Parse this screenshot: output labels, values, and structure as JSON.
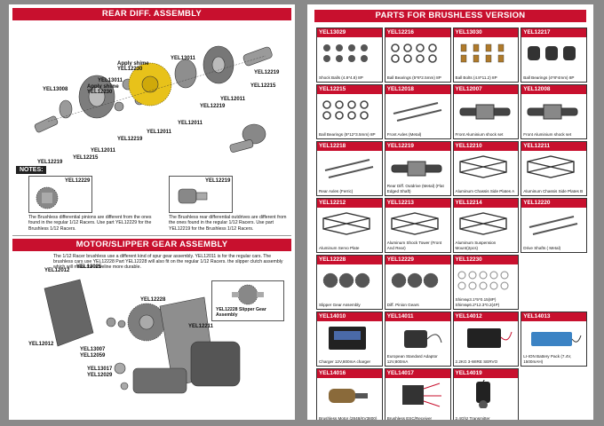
{
  "left": {
    "rear_diff_title": "REAR DIFF. ASSEMBLY",
    "rear_diff_labels": [
      "YEL13011",
      "Apply shime YEL12230",
      "YEL13008",
      "YEL13011",
      "Apply shime YEL12230",
      "YEL12219",
      "YEL12215",
      "YEL12011",
      "YEL12219",
      "YEL12011",
      "YEL12011",
      "YEL12219",
      "YEL12219",
      "YEL12215",
      "YEL12011"
    ],
    "notes_title": "NOTES:",
    "note1_part": "YEL12229",
    "note1_text": "The Brushless differential pinions are different from the ones found in the regular 1/12 Racers. Use part YEL12229 for the Brushless 1/12 Racers.",
    "note2_part": "YEL12219",
    "note2_text": "The Brushless rear differential outdrives are different from the ones found in the regular 1/12 Racers. Use part YEL12219 for the Brushless 1/12 Racers.",
    "motor_title": "MOTOR/SLIPPER GEAR ASSEMBLY",
    "motor_para": "The 1/12 Racer brushless use a different kind of spur gear assembly. YEL12011 is for the regular cars. The brushless cars use YEL12228 Part YEL12228 will also fit on the regular 1/12 Racers. the slipper clutch assembly which will make the driveline more durable.",
    "motor_labels": [
      "YEL12012",
      "YEL13025",
      "YEL12228",
      "YEL12012",
      "YEL12211",
      "YEL13007",
      "YEL12059",
      "YEL13017",
      "YEL12029"
    ],
    "inset_label": "YEL12228 Slipper Gear Assembly"
  },
  "right": {
    "title": "PARTS FOR BRUSHLESS VERSION",
    "parts": [
      {
        "code": "YEL13029",
        "caption": "Shock Balls (4.8*4.8) 8P"
      },
      {
        "code": "YEL12216",
        "caption": "Ball Bearings (5*8*2.5mm) 8P"
      },
      {
        "code": "YEL13030",
        "caption": "Ball Bolts (4.8*11.2) 8P"
      },
      {
        "code": "YEL12217",
        "caption": "Ball Bearings (4*8*4mm) 8P"
      },
      {
        "code": "YEL12215",
        "caption": "Ball Bearings (8*12*3.5mm) 8P"
      },
      {
        "code": "YEL12018",
        "caption": "Front Axles (Metal)"
      },
      {
        "code": "YEL12007",
        "caption": "Front Aluminium shock set"
      },
      {
        "code": "YEL12008",
        "caption": "Front Aluminium shock set"
      },
      {
        "code": "YEL12218",
        "caption": "Rear Axles (Ferric)"
      },
      {
        "code": "YEL12219",
        "caption": "Rear Diff. Outdrive (Metal) (Flat Edged Shaft)"
      },
      {
        "code": "YEL12210",
        "caption": "Aluminum Chassis Side Plates A"
      },
      {
        "code": "YEL12211",
        "caption": "Aluminum Chassis Side Plates B"
      },
      {
        "code": "YEL12212",
        "caption": "Aluminum Servo Plate"
      },
      {
        "code": "YEL12213",
        "caption": "Aluminum Shock Tower (Front And Rear)"
      },
      {
        "code": "YEL12214",
        "caption": "Aluminum Suspension Mount(2pcs)"
      },
      {
        "code": "YEL12220",
        "caption": "Drive Shafts ( Metal)"
      },
      {
        "code": "YEL12228",
        "caption": "Slipper Gear Assembly"
      },
      {
        "code": "YEL12229",
        "caption": "Diff. Pinion Gears"
      },
      {
        "code": "YEL12230",
        "caption": "Shimsφ3.1*5*0.15(8P) Shimsφ6.2*12.3*0.2(4P)"
      },
      {
        "code": "",
        "caption": ""
      },
      {
        "code": "YEL14010",
        "caption": "Charger 12V,800mA charger"
      },
      {
        "code": "YEL14011",
        "caption": "European Standard Adaptor 12V,800mA"
      },
      {
        "code": "YEL14012",
        "caption": "2.2KG 3-WIRE SERVO"
      },
      {
        "code": "YEL14013",
        "caption": "LI-ION Battery Pack (7.4V, 1500mAH)"
      },
      {
        "code": "YEL14016",
        "caption": "Brushless Motor (2848/KV3800)"
      },
      {
        "code": "YEL14017",
        "caption": "Brushless ESC/Receiver"
      },
      {
        "code": "YEL14019",
        "caption": "2.4Ghz Transmitter"
      },
      {
        "code": "",
        "caption": ""
      }
    ]
  },
  "colors": {
    "accent": "#c8102e",
    "gear_gold": "#e8c21a"
  }
}
